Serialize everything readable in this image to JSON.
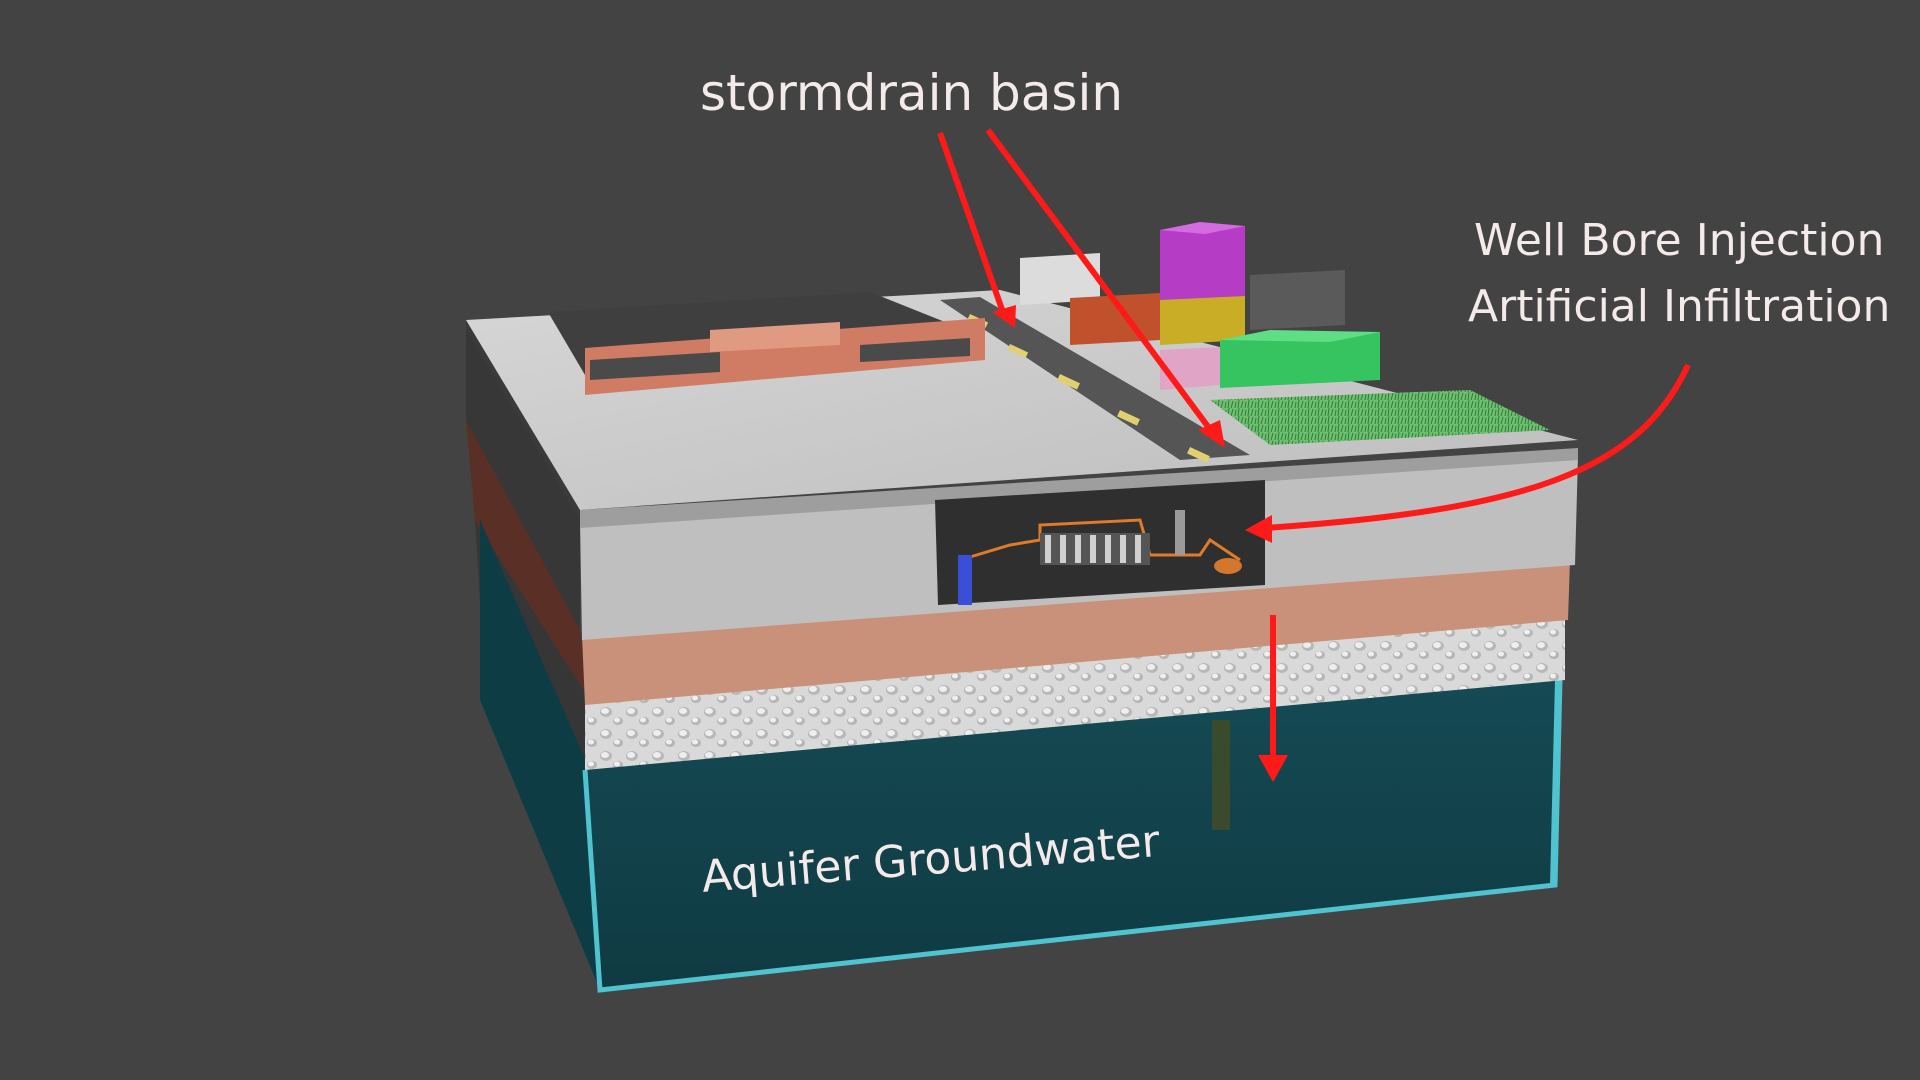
{
  "labels": {
    "stormdrain": "stormdrain basin",
    "well_line1": "Well Bore Injection",
    "well_line2": "Artificial Infiltration",
    "aquifer": "Aquifer Groundwater"
  },
  "colors": {
    "background": "#434343",
    "arrow": "#ff1a1a",
    "surface": "#cfcfcf",
    "soil": "#c9907a",
    "gravel": "#d8d8d8",
    "water": "#12424b",
    "water_edge": "#4fc3cf",
    "grass": "#4caf50"
  },
  "icons": [
    "arrow-icon"
  ]
}
